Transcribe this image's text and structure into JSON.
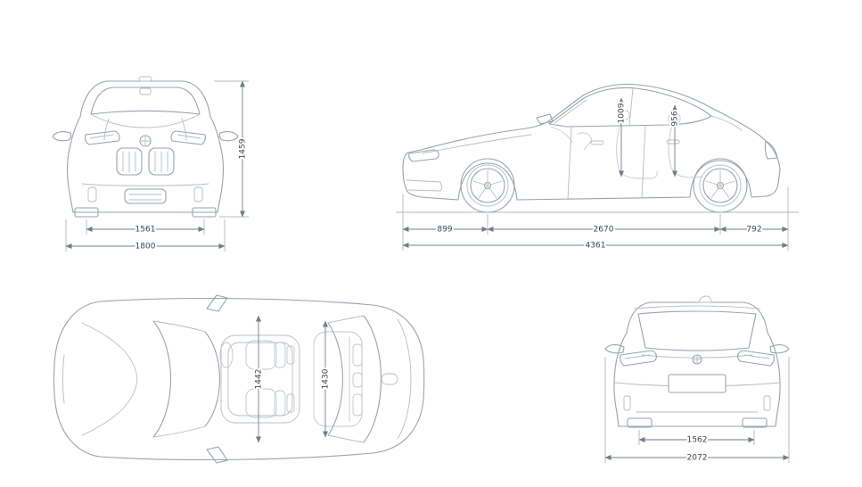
{
  "diagram": {
    "subject": "car-dimension-blueprint",
    "line_color": "#99a2ac",
    "dimension_line_color": "#727c88",
    "label_color": "#3d454f",
    "background": "#ffffff"
  },
  "views": {
    "front": {
      "dims": {
        "track_width": "1561",
        "overall_width": "1800",
        "overall_height": "1459"
      }
    },
    "side": {
      "dims": {
        "front_overhang": "899",
        "wheelbase": "2670",
        "rear_overhang": "792",
        "overall_length": "4361",
        "front_headroom": "1009",
        "rear_headroom": "956"
      }
    },
    "top": {
      "dims": {
        "front_interior_width": "1442",
        "rear_interior_width": "1430"
      }
    },
    "rear": {
      "dims": {
        "rear_track_width": "1562",
        "width_incl_mirrors": "2072"
      }
    }
  }
}
